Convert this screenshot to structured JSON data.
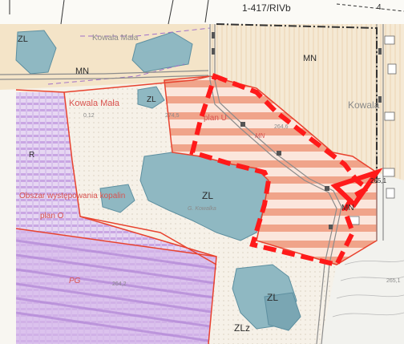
{
  "map": {
    "sheet_ref": "1-417/RIVb",
    "corner_mark": "4",
    "zones": {
      "mn_top_left": "MN",
      "mn_top_right": "MN",
      "mn_small": "MN",
      "zl_top_left": "ZL",
      "zl_small": "ZL",
      "zl_center": "ZL",
      "zl_bottom": "ZL",
      "zlz_bottom": "ZLz",
      "r_left": "R"
    },
    "place_names": {
      "kowala_mala_top": "Kowala Mała",
      "kowala_mala_left": "Kowala Mała",
      "kowala_right": "Kowala",
      "g_kowala": "G. Kowalka"
    },
    "plans": {
      "plan_u": "plan U",
      "plan_o": "plan O",
      "pg": "PG"
    },
    "annotations": {
      "obszar": "Obszar występowania kopalin",
      "mn_italic": "MN"
    },
    "elevations": {
      "e1": "0,12",
      "e2": "274,5",
      "e3": "264,6",
      "e4": "265,1",
      "e5": "264,2",
      "e6": "265,1"
    },
    "colors": {
      "paper": "#f5efe2",
      "residential": "#f2e0c4",
      "forest": "#8fb8c2",
      "forest_edge": "#5d8fa0",
      "planned_hatch": "#f0a48a",
      "mining_purple": "#c9a6e3",
      "mining_stripe": "#b48ad8",
      "boundary_red": "#e8432f",
      "highlight_red": "#ff1a1a",
      "road": "#9a9a9a"
    }
  }
}
